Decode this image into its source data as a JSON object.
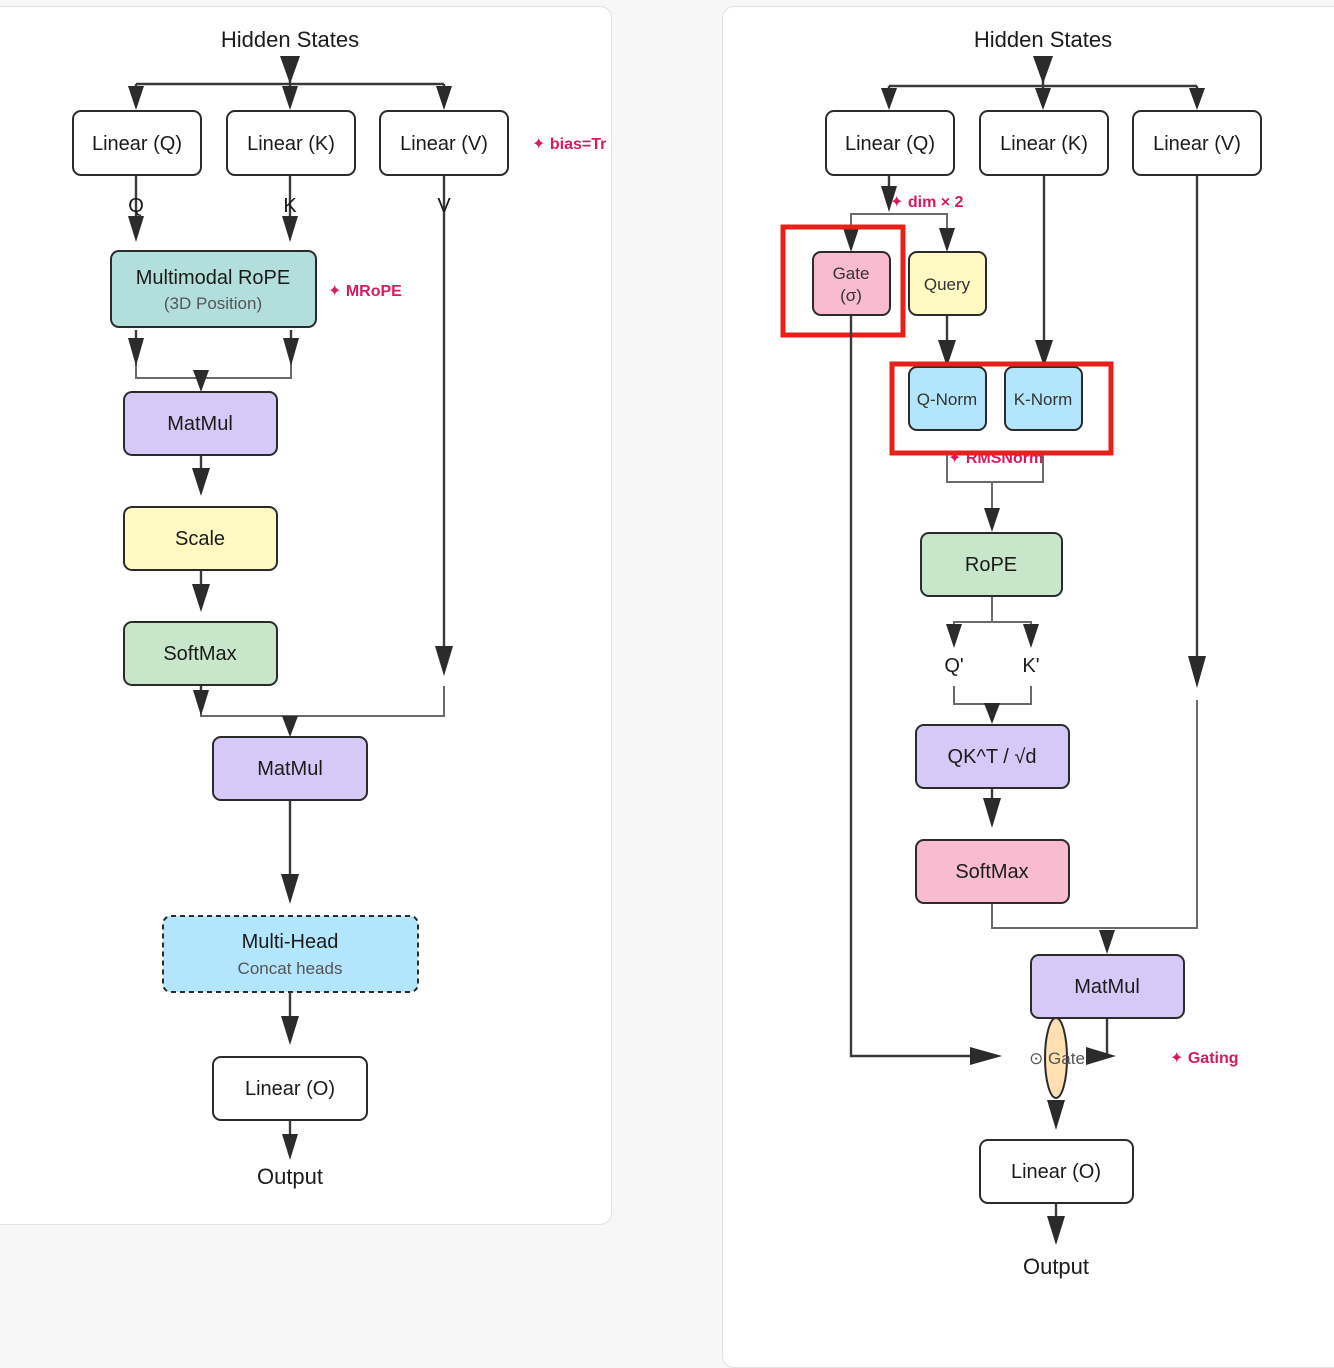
{
  "colors": {
    "white": "#ffffff",
    "teal": "#b2dfdb",
    "purple": "#d6c9f7",
    "yellow": "#fff9c4",
    "green": "#c8e6c9",
    "blue": "#b3e5fc",
    "pink": "#f8bbd0",
    "orange": "#ffe0b2",
    "annotation": "#d81b60",
    "highlight": "#e8201a"
  },
  "left": {
    "input": "Hidden States",
    "linear_q": "Linear (Q)",
    "linear_k": "Linear (K)",
    "linear_v": "Linear (V)",
    "bias_note": "✦ bias=Tr",
    "q_label": "Q",
    "k_label": "K",
    "v_label": "V",
    "mrope_title": "Multimodal RoPE",
    "mrope_sub": "(3D Position)",
    "mrope_note": "✦ MRoPE",
    "matmul1": "MatMul",
    "scale": "Scale",
    "softmax": "SoftMax",
    "matmul2": "MatMul",
    "multihead_title": "Multi-Head",
    "multihead_sub": "Concat heads",
    "linear_o": "Linear (O)",
    "output": "Output"
  },
  "right": {
    "input": "Hidden States",
    "linear_q": "Linear (Q)",
    "linear_k": "Linear (K)",
    "linear_v": "Linear (V)",
    "dim_note": "✦ dim × 2",
    "gate_line1": "Gate",
    "gate_line2": "(σ)",
    "query": "Query",
    "qnorm": "Q-Norm",
    "knorm": "K-Norm",
    "rmsnorm_note": "✦ RMSNorm",
    "rope": "RoPE",
    "q_prime": "Q'",
    "k_prime": "K'",
    "qkt": "QK^T / √d",
    "softmax": "SoftMax",
    "matmul": "MatMul",
    "gate_op": "⊙ Gate",
    "gating_note": "✦ Gating",
    "linear_o": "Linear (O)",
    "output": "Output"
  }
}
